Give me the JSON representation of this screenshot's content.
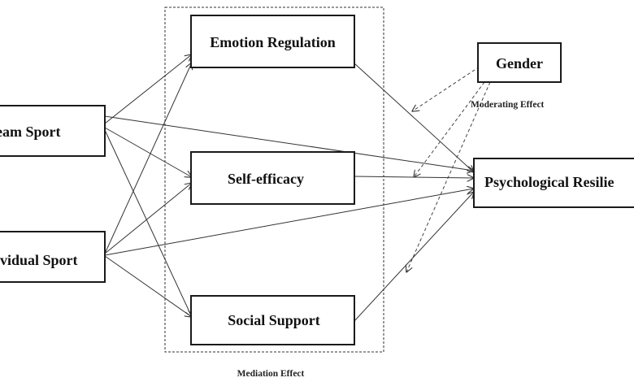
{
  "nodes": {
    "team_sport": "eam Sport",
    "individual_sport": "ividual Sport",
    "emotion_regulation": "Emotion Regulation",
    "self_efficacy": "Self-efficacy",
    "social_support": "Social Support",
    "psychological_resilience": "Psychological Resilie",
    "gender": "Gender"
  },
  "labels": {
    "moderating_effect": "Moderating Effect",
    "mediation_effect": "Mediation Effect"
  }
}
